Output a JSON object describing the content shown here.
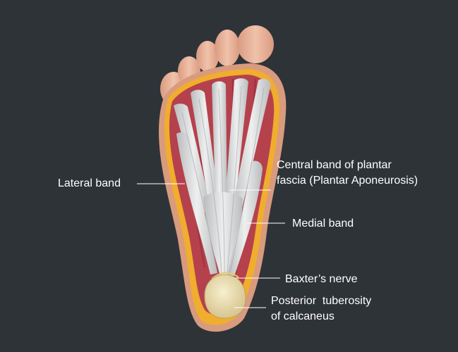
{
  "labels": {
    "lateral_band": "Lateral band",
    "central_band": {
      "line1": "Central band of plantar",
      "line2": "fascia (Plantar Aponeurosis)"
    },
    "medial_band": "Medial band",
    "baxters_nerve": "Baxter’s nerve",
    "posterior_tuberosity": {
      "line1": "Posterior  tuberosity",
      "line2": "of calcaneus"
    }
  },
  "colors": {
    "background": "#2e3338",
    "skin": "#e8b39a",
    "fat": "#f2b33a",
    "muscle": "#b8434f",
    "fascia": "#d9dadb",
    "bone": "#e9dcb0",
    "leader_line": "#ffffff",
    "text": "#ffffff"
  }
}
